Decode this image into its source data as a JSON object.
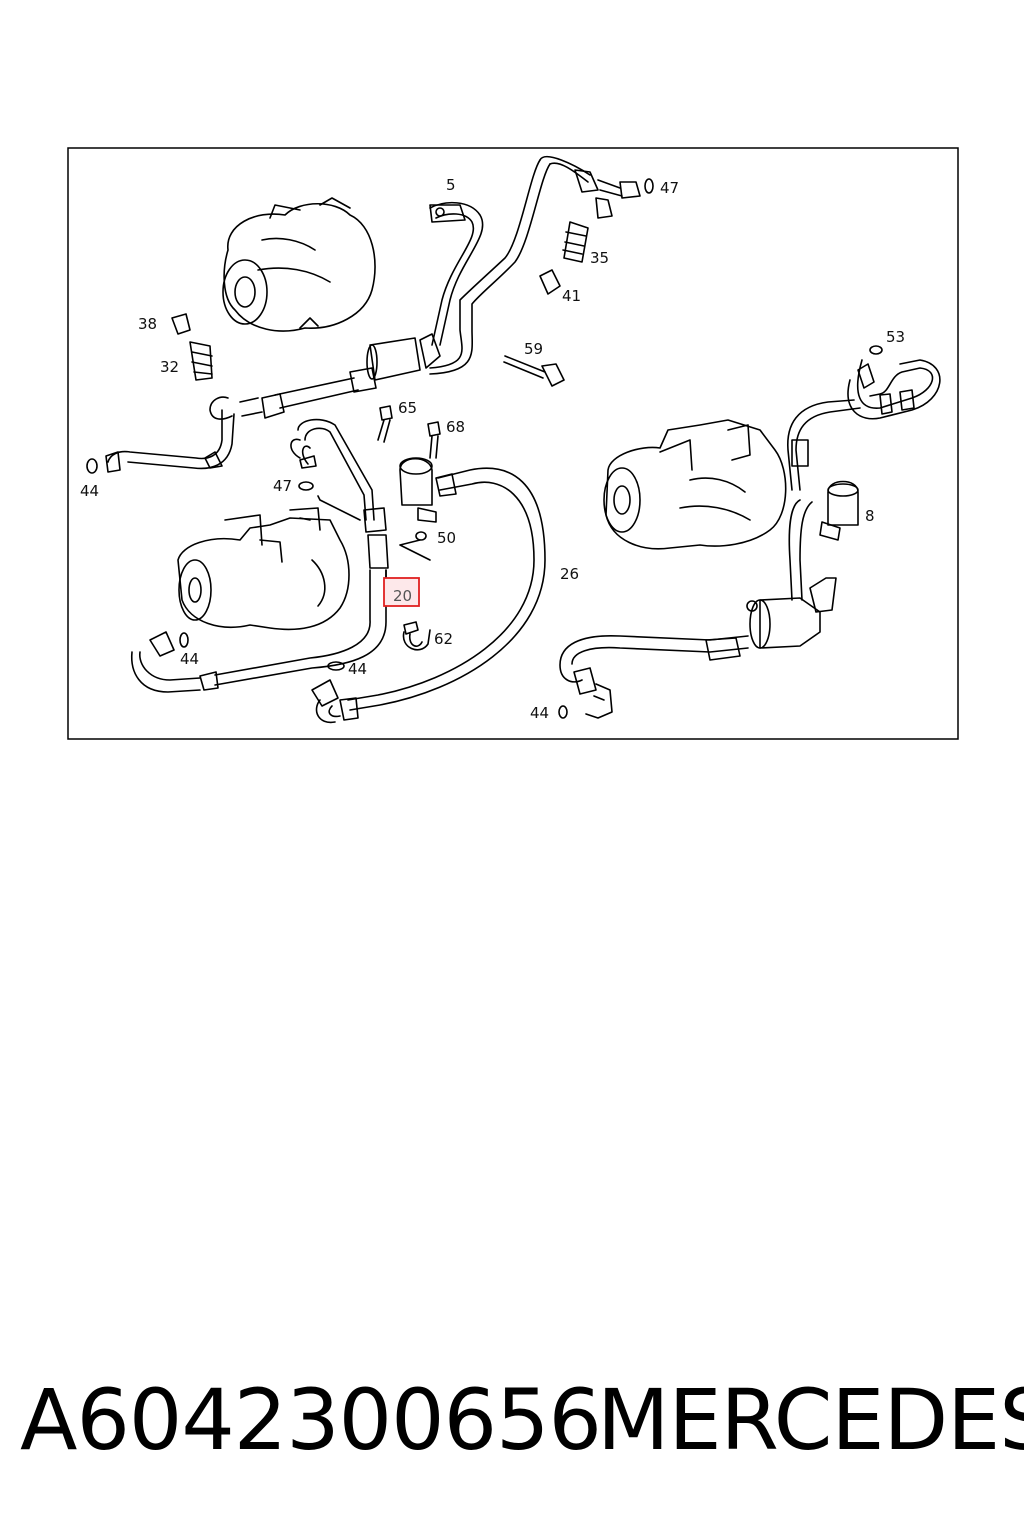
{
  "diagram": {
    "labels": {
      "p5": "5",
      "p47_top": "47",
      "p35": "35",
      "p41": "41",
      "p38": "38",
      "p32": "32",
      "p59": "59",
      "p53": "53",
      "p65": "65",
      "p68": "68",
      "p44_left": "44",
      "p47_mid": "47",
      "p8": "8",
      "p50": "50",
      "p26": "26",
      "p20": "20",
      "p62": "62",
      "p44_a": "44",
      "p44_b": "44",
      "p44_c": "44"
    },
    "highlighted_part": "20",
    "highlight_color": "#e02020"
  },
  "caption": {
    "part_number": "A6042300656",
    "brand": "MERCEDES"
  }
}
